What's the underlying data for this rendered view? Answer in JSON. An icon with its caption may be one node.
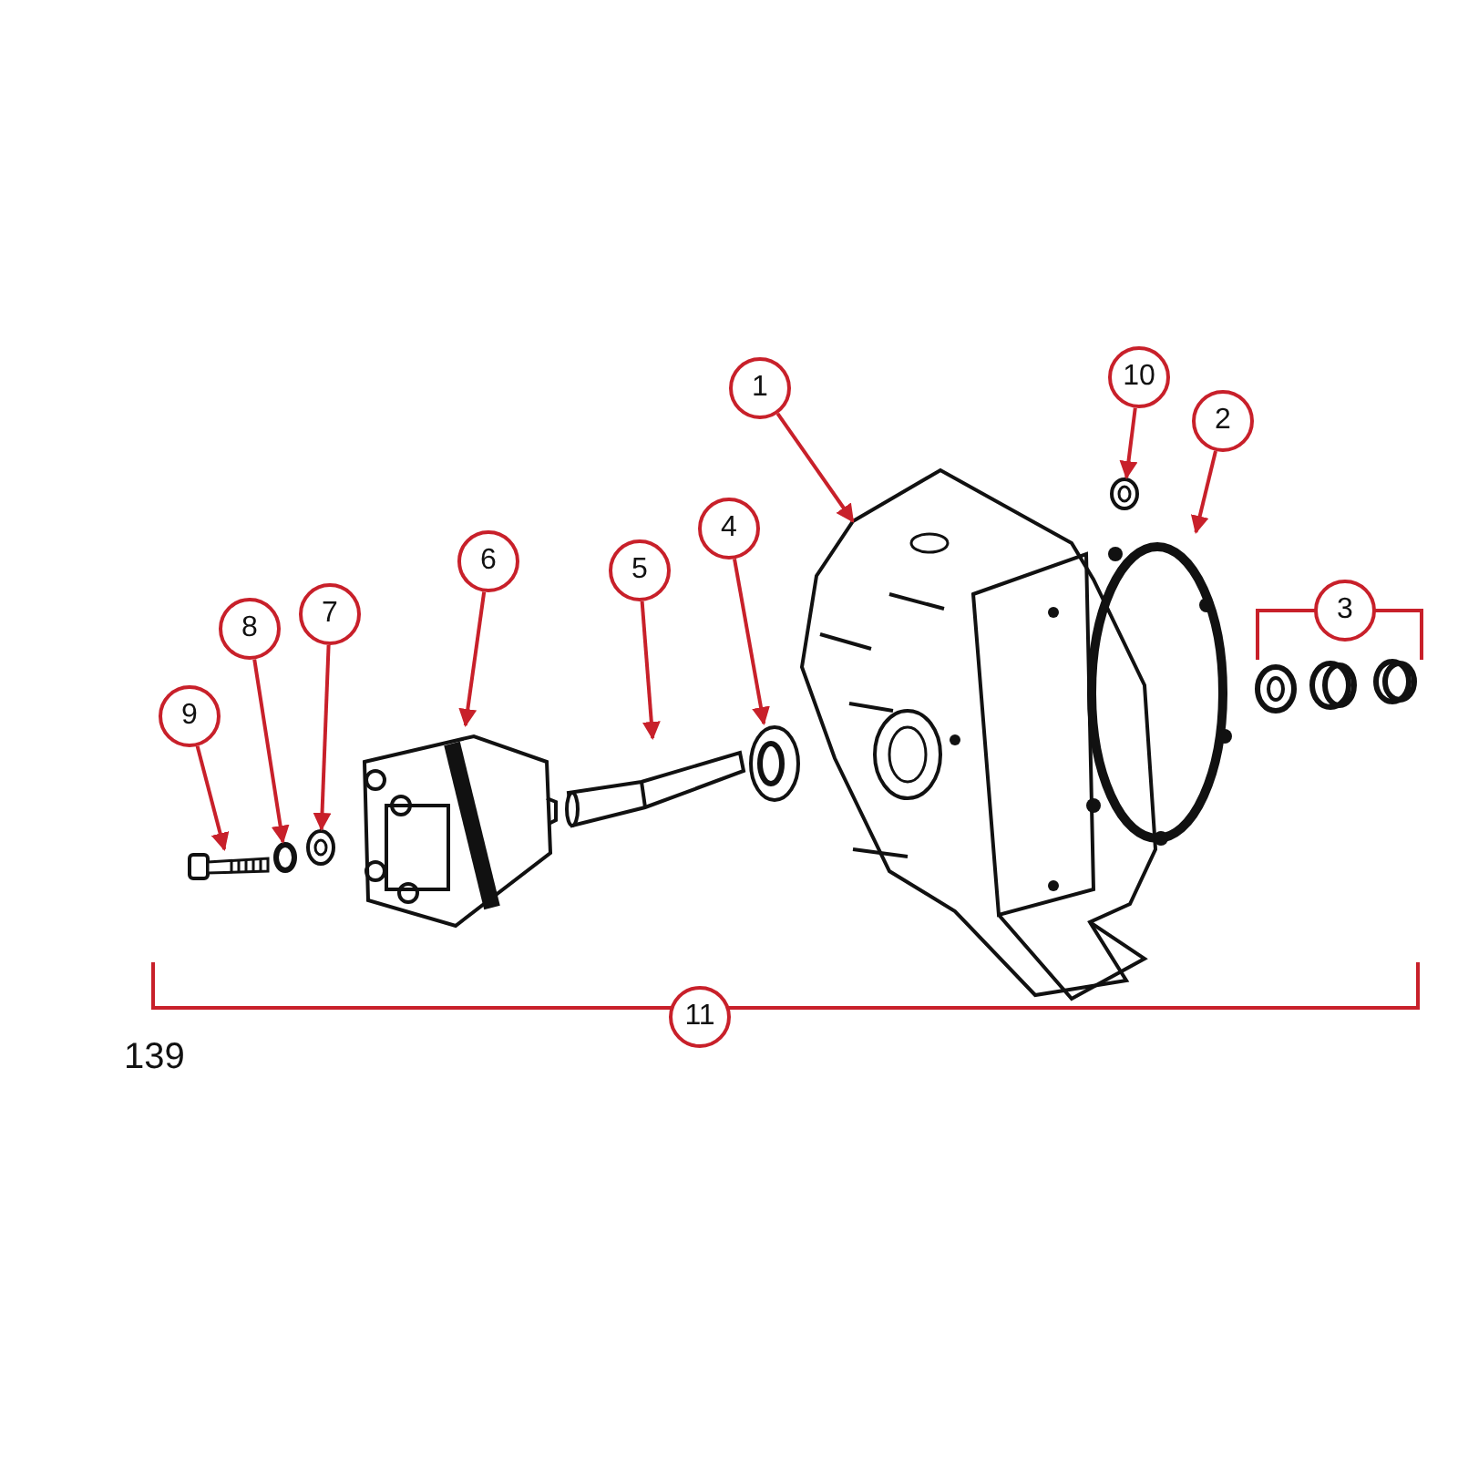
{
  "diagram": {
    "nodes": [
      {
        "text": [
          "1"
        ]
      },
      {
        "text": [
          "2"
        ]
      },
      {
        "text": [
          "3"
        ]
      },
      {
        "text": [
          "4"
        ]
      },
      {
        "text": [
          "5"
        ]
      },
      {
        "text": [
          "6"
        ]
      },
      {
        "text": [
          "7"
        ]
      },
      {
        "text": [
          "8"
        ]
      },
      {
        "text": [
          "9"
        ]
      },
      {
        "text": [
          "10"
        ]
      },
      {
        "text": [
          "11"
        ]
      },
      {
        "text": [],
        "shape": "picture"
      },
      {
        "text": [],
        "shape": "picture"
      },
      {
        "text": [],
        "shape": "picture"
      },
      {
        "text": [],
        "shape": "picture"
      },
      {
        "text": [],
        "shape": "picture"
      },
      {
        "text": [],
        "shape": "picture"
      },
      {
        "text": [],
        "shape": "picture"
      },
      {
        "text": [],
        "shape": "circle"
      },
      {
        "text": [],
        "shape": "picture"
      }
    ],
    "edges": [
      {
        "from": 0,
        "to": 11,
        "arrow": "to"
      },
      {
        "from": 1,
        "to": 12,
        "arrow": "to"
      },
      {
        "from": 3,
        "to": 14,
        "arrow": "to"
      },
      {
        "from": 4,
        "to": 15,
        "arrow": "to"
      },
      {
        "from": 5,
        "to": 16,
        "arrow": "to"
      },
      {
        "from": 6,
        "to": 17,
        "arrow": "to"
      },
      {
        "from": 7,
        "to": 18,
        "arrow": "to"
      },
      {
        "from": 8,
        "to": 19,
        "arrow": "to"
      },
      {
        "from": 9,
        "to": 13,
        "arrow": "to"
      }
    ],
    "labels": [
      "139"
    ]
  }
}
